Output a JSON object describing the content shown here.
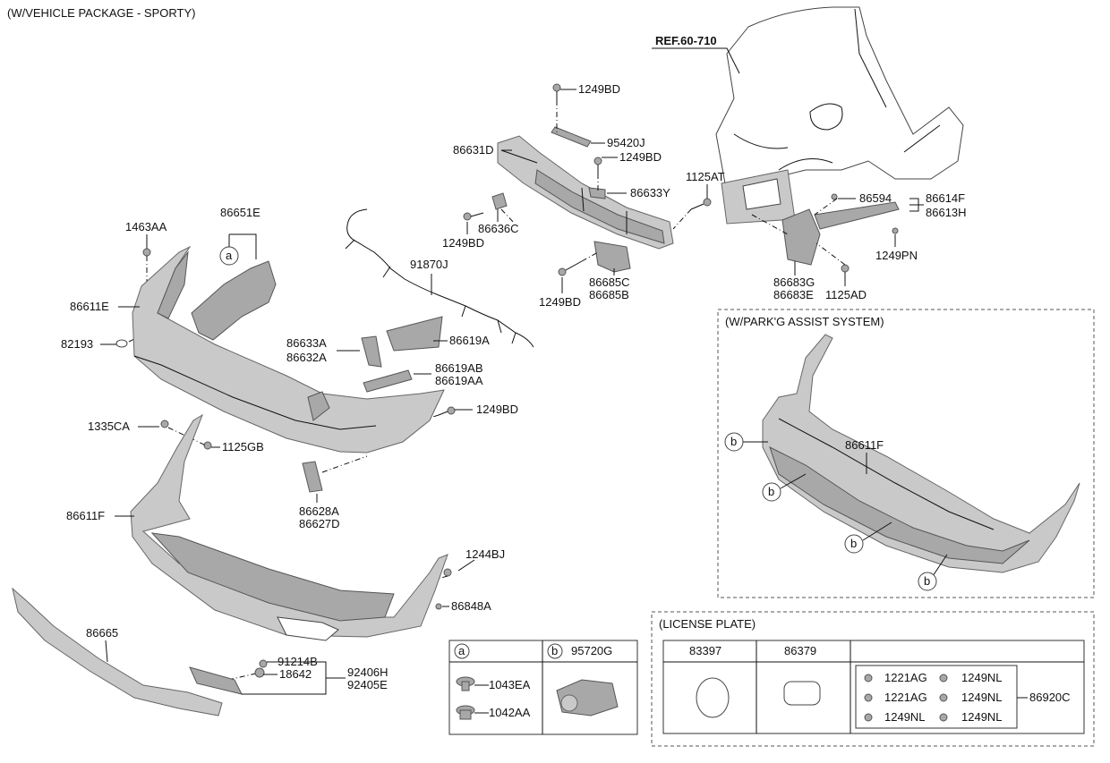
{
  "title": "(W/VEHICLE PACKAGE - SPORTY)",
  "ref": "REF.60-710",
  "labels": {
    "l1249bd_a": "1249BD",
    "l95420j": "95420J",
    "l86631d": "86631D",
    "l1249bd_b": "1249BD",
    "l86633y": "86633Y",
    "l1125at": "1125AT",
    "l86636c": "86636C",
    "l1249bd_c": "1249BD",
    "l86685c": "86685C",
    "l86685b": "86685B",
    "l1249bd_d": "1249BD",
    "l86594": "86594",
    "l86614f": "86614F",
    "l86613h": "86613H",
    "l1249pn": "1249PN",
    "l86683g": "86683G",
    "l86683e": "86683E",
    "l1125ad": "1125AD",
    "l1463aa": "1463AA",
    "l86651e": "86651E",
    "l91870j": "91870J",
    "l86611e": "86611E",
    "l82193": "82193",
    "l86633a": "86633A",
    "l86632a": "86632A",
    "l86619a": "86619A",
    "l86619ab": "86619AB",
    "l86619aa": "86619AA",
    "l1249bd_e": "1249BD",
    "l1335ca": "1335CA",
    "l1125gb": "1125GB",
    "l86628a": "86628A",
    "l86627d": "86627D",
    "l86611f": "86611F",
    "l1244bj": "1244BJ",
    "l86848a": "86848A",
    "l86665": "86665",
    "l91214b": "91214B",
    "l18642": "18642",
    "l92406h": "92406H",
    "l92405e": "92405E"
  },
  "markers": {
    "a": "a",
    "b": "b"
  },
  "park_assist": {
    "title": "(W/PARK'G ASSIST SYSTEM)",
    "part_label": "86611F"
  },
  "legend_table": {
    "col_a_key": "a",
    "col_b_key": "b",
    "col_b_part": "95720G",
    "a_items": [
      "1043EA",
      "1042AA"
    ]
  },
  "license_plate": {
    "title": "(LICENSE PLATE)",
    "headers": [
      "83397",
      "86379",
      ""
    ],
    "fasteners": [
      "1221AG",
      "1249NL",
      "1221AG",
      "1249NL",
      "1249NL",
      "1249NL"
    ],
    "assembly": "86920C"
  }
}
